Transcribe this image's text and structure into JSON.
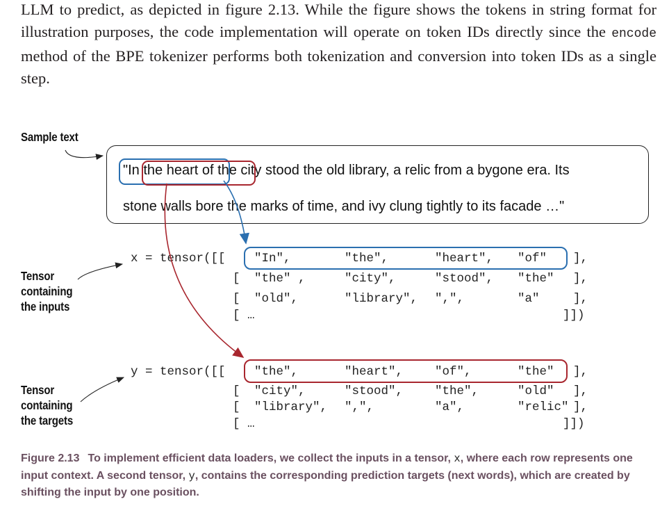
{
  "intro": {
    "part1": "LLM to predict, as depicted in figure 2.13. While the figure shows the tokens in string format for illustration purposes, the code implementation will operate on token IDs directly since the ",
    "code": "encode",
    "part2": " method of the BPE tokenizer performs both tokenization and conversion into token IDs as a single step."
  },
  "labels": {
    "sample_text": "Sample text",
    "inputs": [
      "Tensor",
      "containing",
      "the inputs"
    ],
    "targets": [
      "Tensor",
      "containing",
      "the targets"
    ]
  },
  "sample": {
    "line1": "\"In the heart of the city stood the old library, a relic from a bygone era. Its",
    "line2": "stone walls bore the marks of time, and ivy clung tightly to its facade …\""
  },
  "x_tensor": {
    "prefix": "x = tensor([[",
    "rows": [
      [
        "\"In\",",
        "\"the\",",
        "\"heart\",",
        "\"of\"",
        "],"
      ],
      [
        "\"the\" ,",
        "\"city\",",
        "\"stood\",",
        "\"the\"",
        "],"
      ],
      [
        "\"old\",",
        "\"library\",",
        "\",\",",
        "\"a\"",
        "],"
      ]
    ],
    "open": "[",
    "ellipsis": "[ …",
    "close": "]])"
  },
  "y_tensor": {
    "prefix": "y = tensor([[",
    "rows": [
      [
        "\"the\",",
        "\"heart\",",
        "\"of\",",
        "\"the\"",
        "],"
      ],
      [
        "\"city\",",
        "\"stood\",",
        "\"the\",",
        "\"old\"",
        "],"
      ],
      [
        "\"library\",",
        "\",\",",
        "\"a\",",
        "\"relic\"",
        "],"
      ]
    ],
    "open": "[",
    "ellipsis": "[ …",
    "close": "]])"
  },
  "caption": {
    "number": "Figure 2.13",
    "part1": "To implement efficient data loaders, we collect the inputs in a tensor, ",
    "x": "x",
    "part2": ", where each row represents one input context. A second tensor, ",
    "y": "y",
    "part3": ", contains the corresponding prediction targets (next words), which are created by shifting the input by one position."
  },
  "colors": {
    "input_highlight": "#2a6fb0",
    "target_highlight": "#a8262e"
  }
}
